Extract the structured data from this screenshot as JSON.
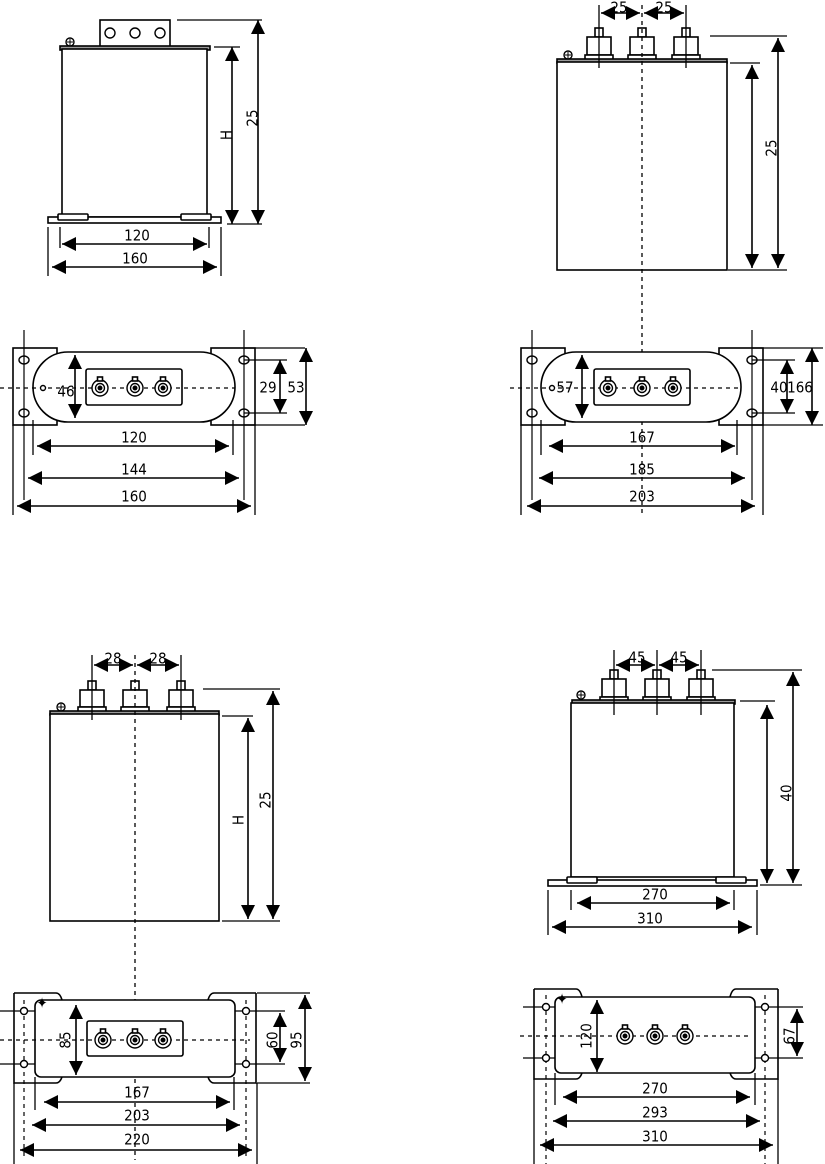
{
  "drawings": [
    {
      "id": "capacitor-small",
      "front": {
        "height_label": "H",
        "total_height": "25",
        "widths": [
          "120",
          "160"
        ]
      },
      "top": {
        "depth": "46",
        "right": [
          "29",
          "53"
        ],
        "widths": [
          "120",
          "144",
          "160"
        ]
      }
    },
    {
      "id": "capacitor-medium",
      "front": {
        "pitch": [
          "25",
          "25"
        ],
        "total_height": "25"
      },
      "top": {
        "depth": "57",
        "right": [
          "40",
          "166"
        ],
        "widths": [
          "167",
          "185",
          "203"
        ]
      }
    },
    {
      "id": "capacitor-large",
      "front": {
        "pitch": [
          "28",
          "28"
        ],
        "height_label": "H",
        "total_height": "25"
      },
      "top": {
        "depth": "85",
        "right": [
          "60",
          "95"
        ],
        "widths": [
          "167",
          "203",
          "220"
        ]
      }
    },
    {
      "id": "capacitor-xlarge",
      "front": {
        "pitch": [
          "45",
          "45"
        ],
        "total_height": "40",
        "widths": [
          "270",
          "310"
        ]
      },
      "top": {
        "depth": "120",
        "right": [
          "67"
        ],
        "widths": [
          "270",
          "293",
          "310"
        ]
      }
    }
  ],
  "colors": {
    "ink": "#000000",
    "lid": "#9a9a9a",
    "background": "#ffffff"
  }
}
